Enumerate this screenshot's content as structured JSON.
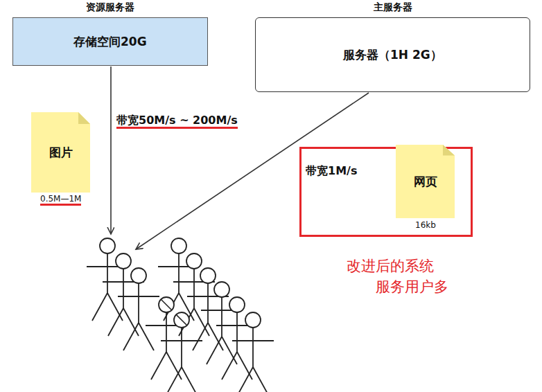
{
  "diagram": {
    "nodes": [
      {
        "text": [
          "资源服务器",
          "存储空间20G"
        ]
      },
      {
        "text": [
          "主服务器",
          "服务器（1H  2G）"
        ]
      },
      {
        "text": [
          "图片",
          "0.5M—1M"
        ]
      },
      {
        "text": [
          "带宽1M/s"
        ]
      },
      {
        "text": [
          "网页",
          "16kb"
        ],
        "in": 3
      }
    ],
    "labels": [
      "带宽50M/s ~ 200M/s",
      "改进后的系统",
      "服务用户多"
    ]
  }
}
